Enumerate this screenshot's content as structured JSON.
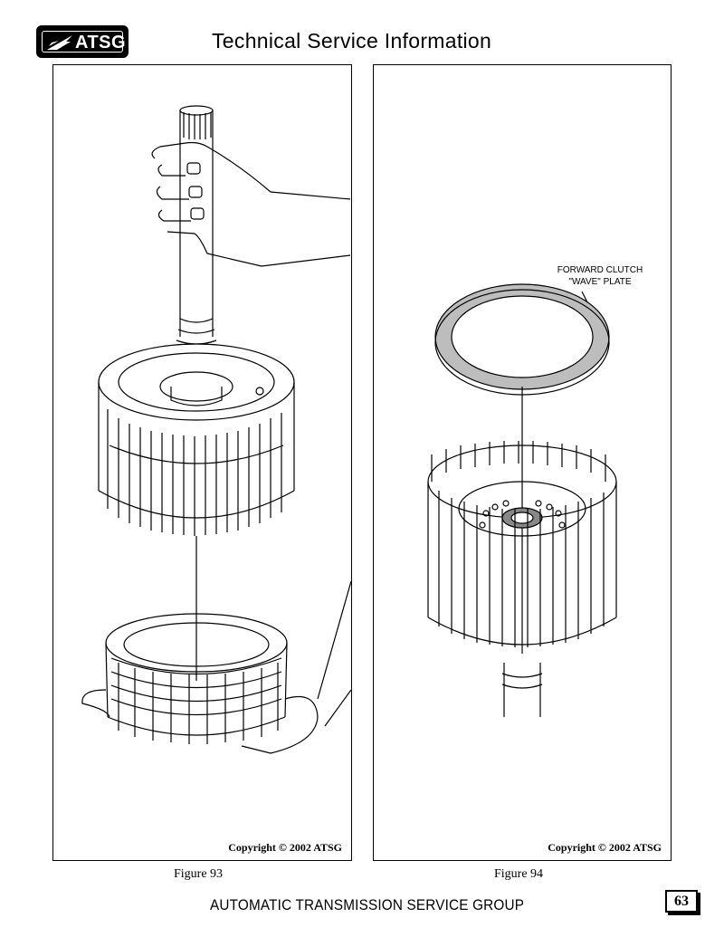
{
  "header": {
    "logo_text": "ATSG",
    "title": "Technical Service Information"
  },
  "figures": [
    {
      "caption": "Figure 93",
      "copyright": "Copyright © 2002 ATSG"
    },
    {
      "caption": "Figure 94",
      "copyright": "Copyright © 2002 ATSG",
      "callout_line1": "FORWARD CLUTCH",
      "callout_line2": "\"WAVE\" PLATE"
    }
  ],
  "footer": {
    "organization": "AUTOMATIC TRANSMISSION SERVICE GROUP",
    "page_number": "63"
  }
}
